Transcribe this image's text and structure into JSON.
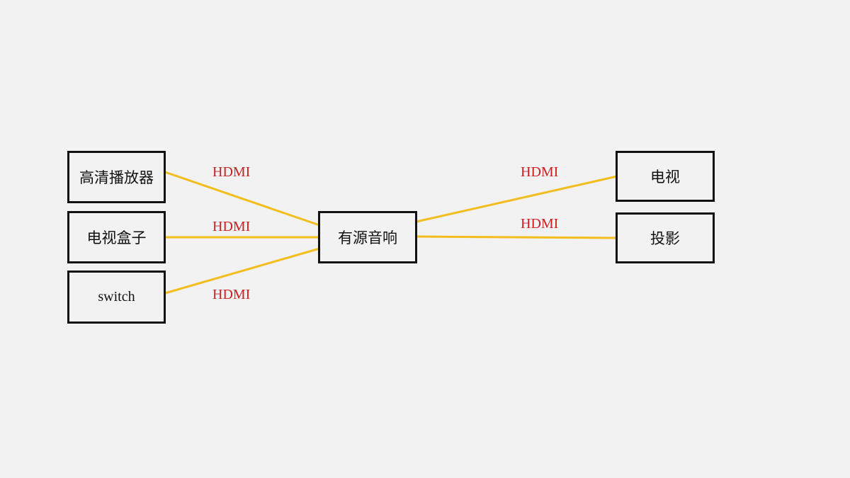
{
  "diagram": {
    "colors": {
      "background": "#f2f2f2",
      "wire": "#f2bd1d",
      "label": "#cc1f1f",
      "border": "#111111"
    },
    "nodes": {
      "player": "高清播放器",
      "tvbox": "电视盒子",
      "switch": "switch",
      "speaker": "有源音响",
      "tv": "电视",
      "projector": "投影"
    },
    "edges": [
      {
        "from": "player",
        "to": "speaker",
        "label": "HDMI"
      },
      {
        "from": "tvbox",
        "to": "speaker",
        "label": "HDMI"
      },
      {
        "from": "switch",
        "to": "speaker",
        "label": "HDMI"
      },
      {
        "from": "speaker",
        "to": "tv",
        "label": "HDMI"
      },
      {
        "from": "speaker",
        "to": "projector",
        "label": "HDMI"
      }
    ]
  }
}
